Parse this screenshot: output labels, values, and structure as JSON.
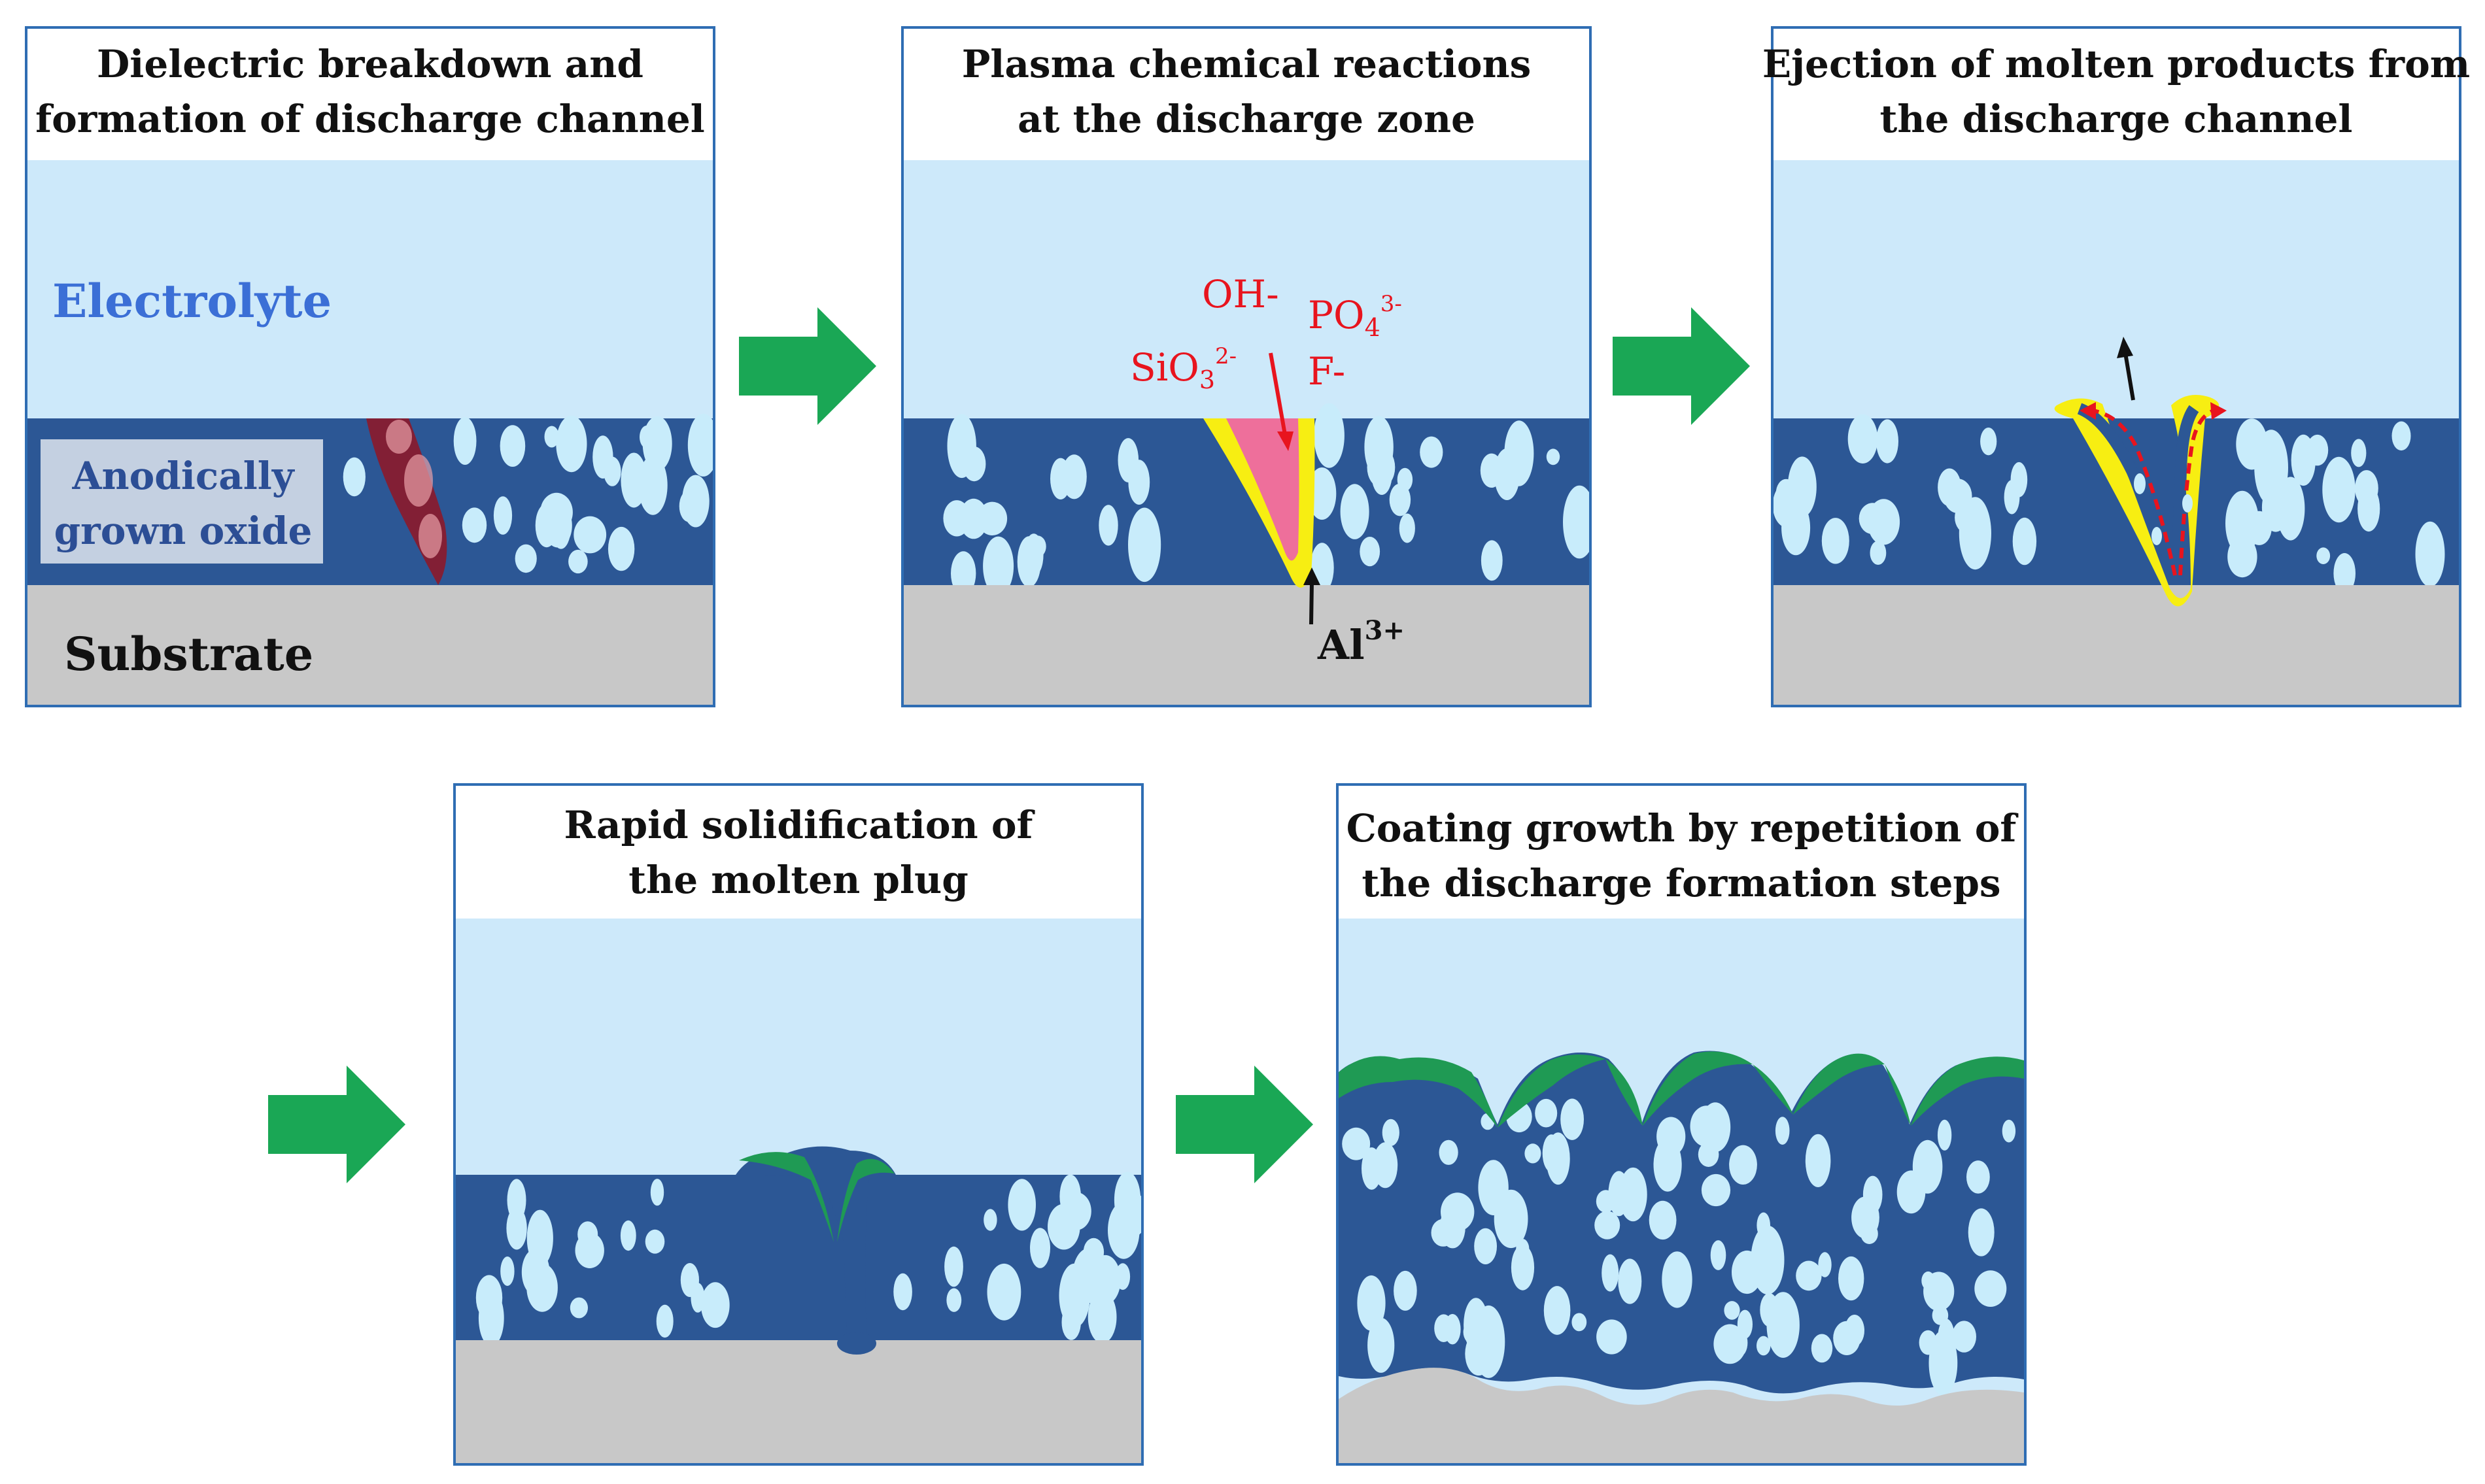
{
  "panels": [
    {
      "title_line1": "Dielectric breakdown and",
      "title_line2": "formation of discharge channel",
      "label_electrolyte": "Electrolyte",
      "label_oxide_line1": "Anodically",
      "label_oxide_line2": "grown oxide",
      "label_substrate": "Substrate"
    },
    {
      "title_line1": "Plasma chemical reactions",
      "title_line2": "at the discharge zone",
      "ion_oh": "OH-",
      "ion_po4_base": "PO",
      "ion_po4_sub": "4",
      "ion_po4_sup": "3-",
      "ion_sio3_base": "SiO",
      "ion_sio3_sub": "3",
      "ion_sio3_sup": "2-",
      "ion_f": "F-",
      "ion_al_base": "Al",
      "ion_al_sup": "3+"
    },
    {
      "title_line1": "Ejection of molten products from",
      "title_line2": "the discharge channel"
    },
    {
      "title_line1": "Rapid solidification of",
      "title_line2": "the molten plug"
    },
    {
      "title_line1": "Coating growth by repetition of",
      "title_line2": "the discharge formation steps"
    }
  ],
  "colors": {
    "electrolyte": "#cde9fa",
    "oxide": "#2c5795",
    "pore": "#c8ecfb",
    "substrate": "#c8c8c8",
    "panel_border": "#2f6db3",
    "arrow": "#1aa755",
    "plasma_yellow": "#f7ee12",
    "plasma_pink": "#ee6f9b",
    "channel_red": "#8c1a2a",
    "solid_green": "#1f9a54",
    "ion_red": "#e8141e",
    "electrolyte_label": "#3b6fd6",
    "oxide_label": "#2c4e95"
  }
}
